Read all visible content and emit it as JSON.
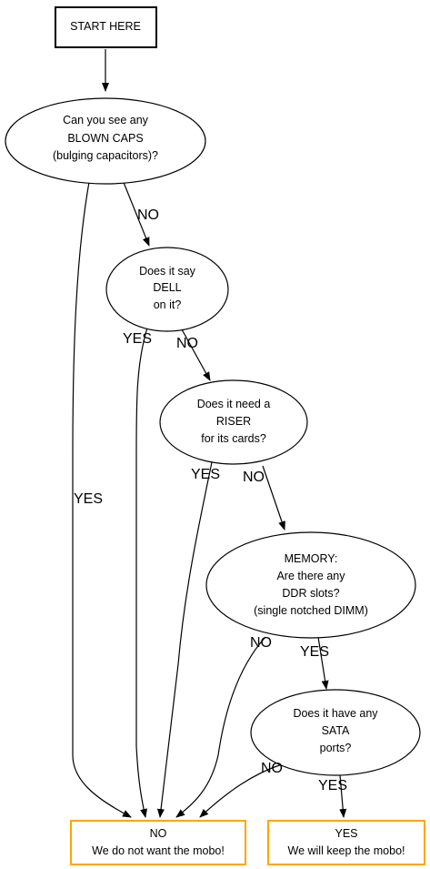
{
  "nodes": {
    "start": {
      "lines": [
        "START HERE"
      ]
    },
    "caps": {
      "lines": [
        "Can you see any",
        "BLOWN CAPS",
        "(bulging capacitors)?"
      ]
    },
    "dell": {
      "lines": [
        "Does it say",
        "DELL",
        "on it?"
      ]
    },
    "riser": {
      "lines": [
        "Does it need a",
        "RISER",
        "for its cards?"
      ]
    },
    "memory": {
      "lines": [
        "MEMORY:",
        "Are there any",
        "DDR slots?",
        "(single notched DIMM)"
      ]
    },
    "sata": {
      "lines": [
        "Does it have any",
        "SATA",
        "ports?"
      ]
    },
    "no_outcome": {
      "lines": [
        "NO",
        "We do not want the mobo!"
      ]
    },
    "yes_outcome": {
      "lines": [
        "YES",
        "We will keep the mobo!"
      ]
    }
  },
  "edge_labels": {
    "caps_no": "NO",
    "caps_yes": "YES",
    "dell_yes": "YES",
    "dell_no": "NO",
    "riser_yes": "YES",
    "riser_no": "NO",
    "memory_no": "NO",
    "memory_yes": "YES",
    "sata_no": "NO",
    "sata_yes": "YES"
  },
  "colors": {
    "outcome_border": "#ffa500",
    "start_border": "#000000",
    "line": "#000000"
  }
}
